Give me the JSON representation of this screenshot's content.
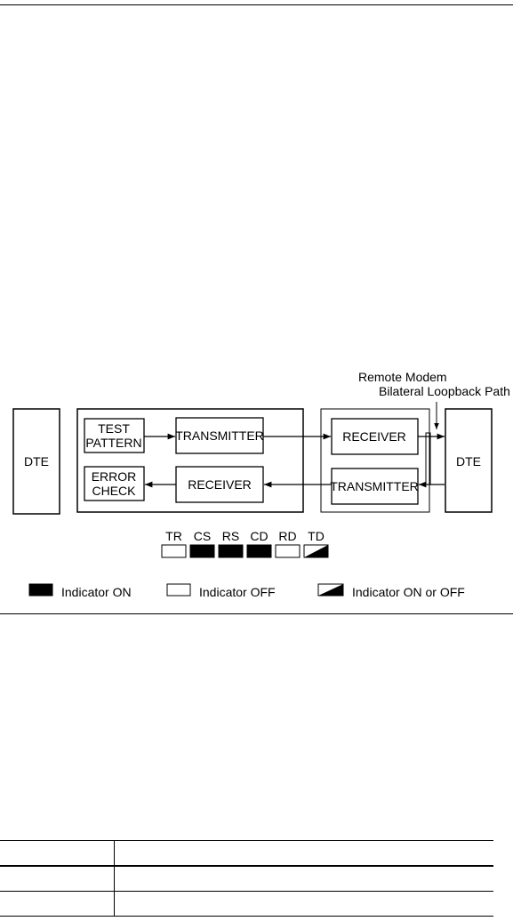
{
  "diagram": {
    "annotation_line1": "Remote Modem",
    "annotation_line2": "Bilateral Loopback Path",
    "local": {
      "dte": "DTE",
      "test_pattern_line1": "TEST",
      "test_pattern_line2": "PATTERN",
      "transmitter": "TRANSMITTER",
      "error_check_line1": "ERROR",
      "error_check_line2": "CHECK",
      "receiver": "RECEIVER"
    },
    "remote": {
      "receiver": "RECEIVER",
      "transmitter": "TRANSMITTER",
      "dte": "DTE"
    },
    "indicators": [
      {
        "label": "TR",
        "state": "off"
      },
      {
        "label": "CS",
        "state": "on"
      },
      {
        "label": "RS",
        "state": "on"
      },
      {
        "label": "CD",
        "state": "on"
      },
      {
        "label": "RD",
        "state": "off"
      },
      {
        "label": "TD",
        "state": "on-or-off"
      }
    ],
    "legend": {
      "on": "Indicator ON",
      "off": "Indicator OFF",
      "either": "Indicator ON or OFF"
    }
  },
  "table": {
    "rows": [
      [
        "",
        ""
      ],
      [
        "",
        ""
      ],
      [
        "",
        ""
      ]
    ]
  }
}
